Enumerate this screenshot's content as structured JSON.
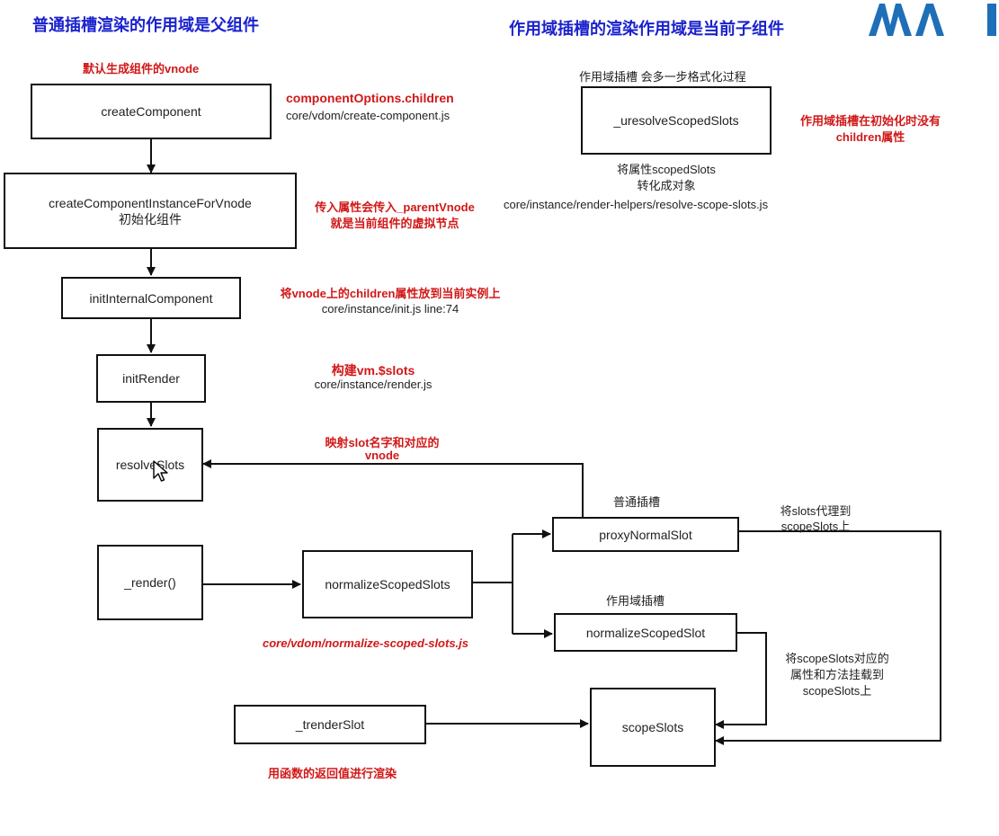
{
  "titles": {
    "left": "普通插槽渲染的作用域是父组件",
    "right": "作用域插槽的渲染作用域是当前子组件"
  },
  "boxes": {
    "create_component": "createComponent",
    "create_instance_line1": "createComponentInstanceForVnode",
    "create_instance_line2": "初始化组件",
    "init_internal": "initInternalComponent",
    "init_render": "initRender",
    "resolve_slots": "resolveSlots",
    "render": "_render()",
    "normalize_scoped_slots": "normalizeScopedSlots",
    "proxy_normal_slot": "proxyNormalSlot",
    "normalize_scoped_slot": "normalizeScopedSlot",
    "scope_slots": "scopeSlots",
    "trender_slot": "_trenderSlot",
    "uresolve_scoped_slots": "_uresolveScopedSlots"
  },
  "notes": {
    "default_vnode": "默认生成组件的vnode",
    "component_options": "componentOptions.children",
    "create_component_file": "core/vdom/create-component.js",
    "parent_vnode_1": "传入属性会传入_parentVnode",
    "parent_vnode_2": "就是当前组件的虚拟节点",
    "put_children": "将vnode上的children属性放到当前实例上",
    "init_file": "core/instance/init.js line:74",
    "build_slots": "构建vm.$slots",
    "render_file": "core/instance/render.js",
    "map_slot_1": "映射slot名字和对应的",
    "map_slot_2": "vnode",
    "normal_slot_label": "普通插槽",
    "scoped_slot_label": "作用域插槽",
    "proxy_to_1": "将slots代理到",
    "proxy_to_2": "scopeSlots上",
    "normalize_file": "core/vdom/normalize-scoped-slots.js",
    "mount_1": "将scopeSlots对应的",
    "mount_2": "属性和方法挂载到",
    "mount_3": "scopeSlots上",
    "render_with_fn": "用函数的返回值进行渲染",
    "scoped_extra": "作用域插槽 会多一步格式化过程",
    "no_children_1": "作用域插槽在初始化时没有",
    "no_children_2": "children属性",
    "convert_1": "将属性scopedSlots",
    "convert_2": "转化成对象",
    "resolve_scope_file": "core/instance/render-helpers/resolve-scope-slots.js"
  },
  "colors": {
    "title_blue": "#1a22cc",
    "note_red": "#d11818",
    "logo_blue": "#1e6fb8"
  },
  "icons": {
    "logo": "logo-mark",
    "cursor": "mouse-cursor-icon"
  }
}
